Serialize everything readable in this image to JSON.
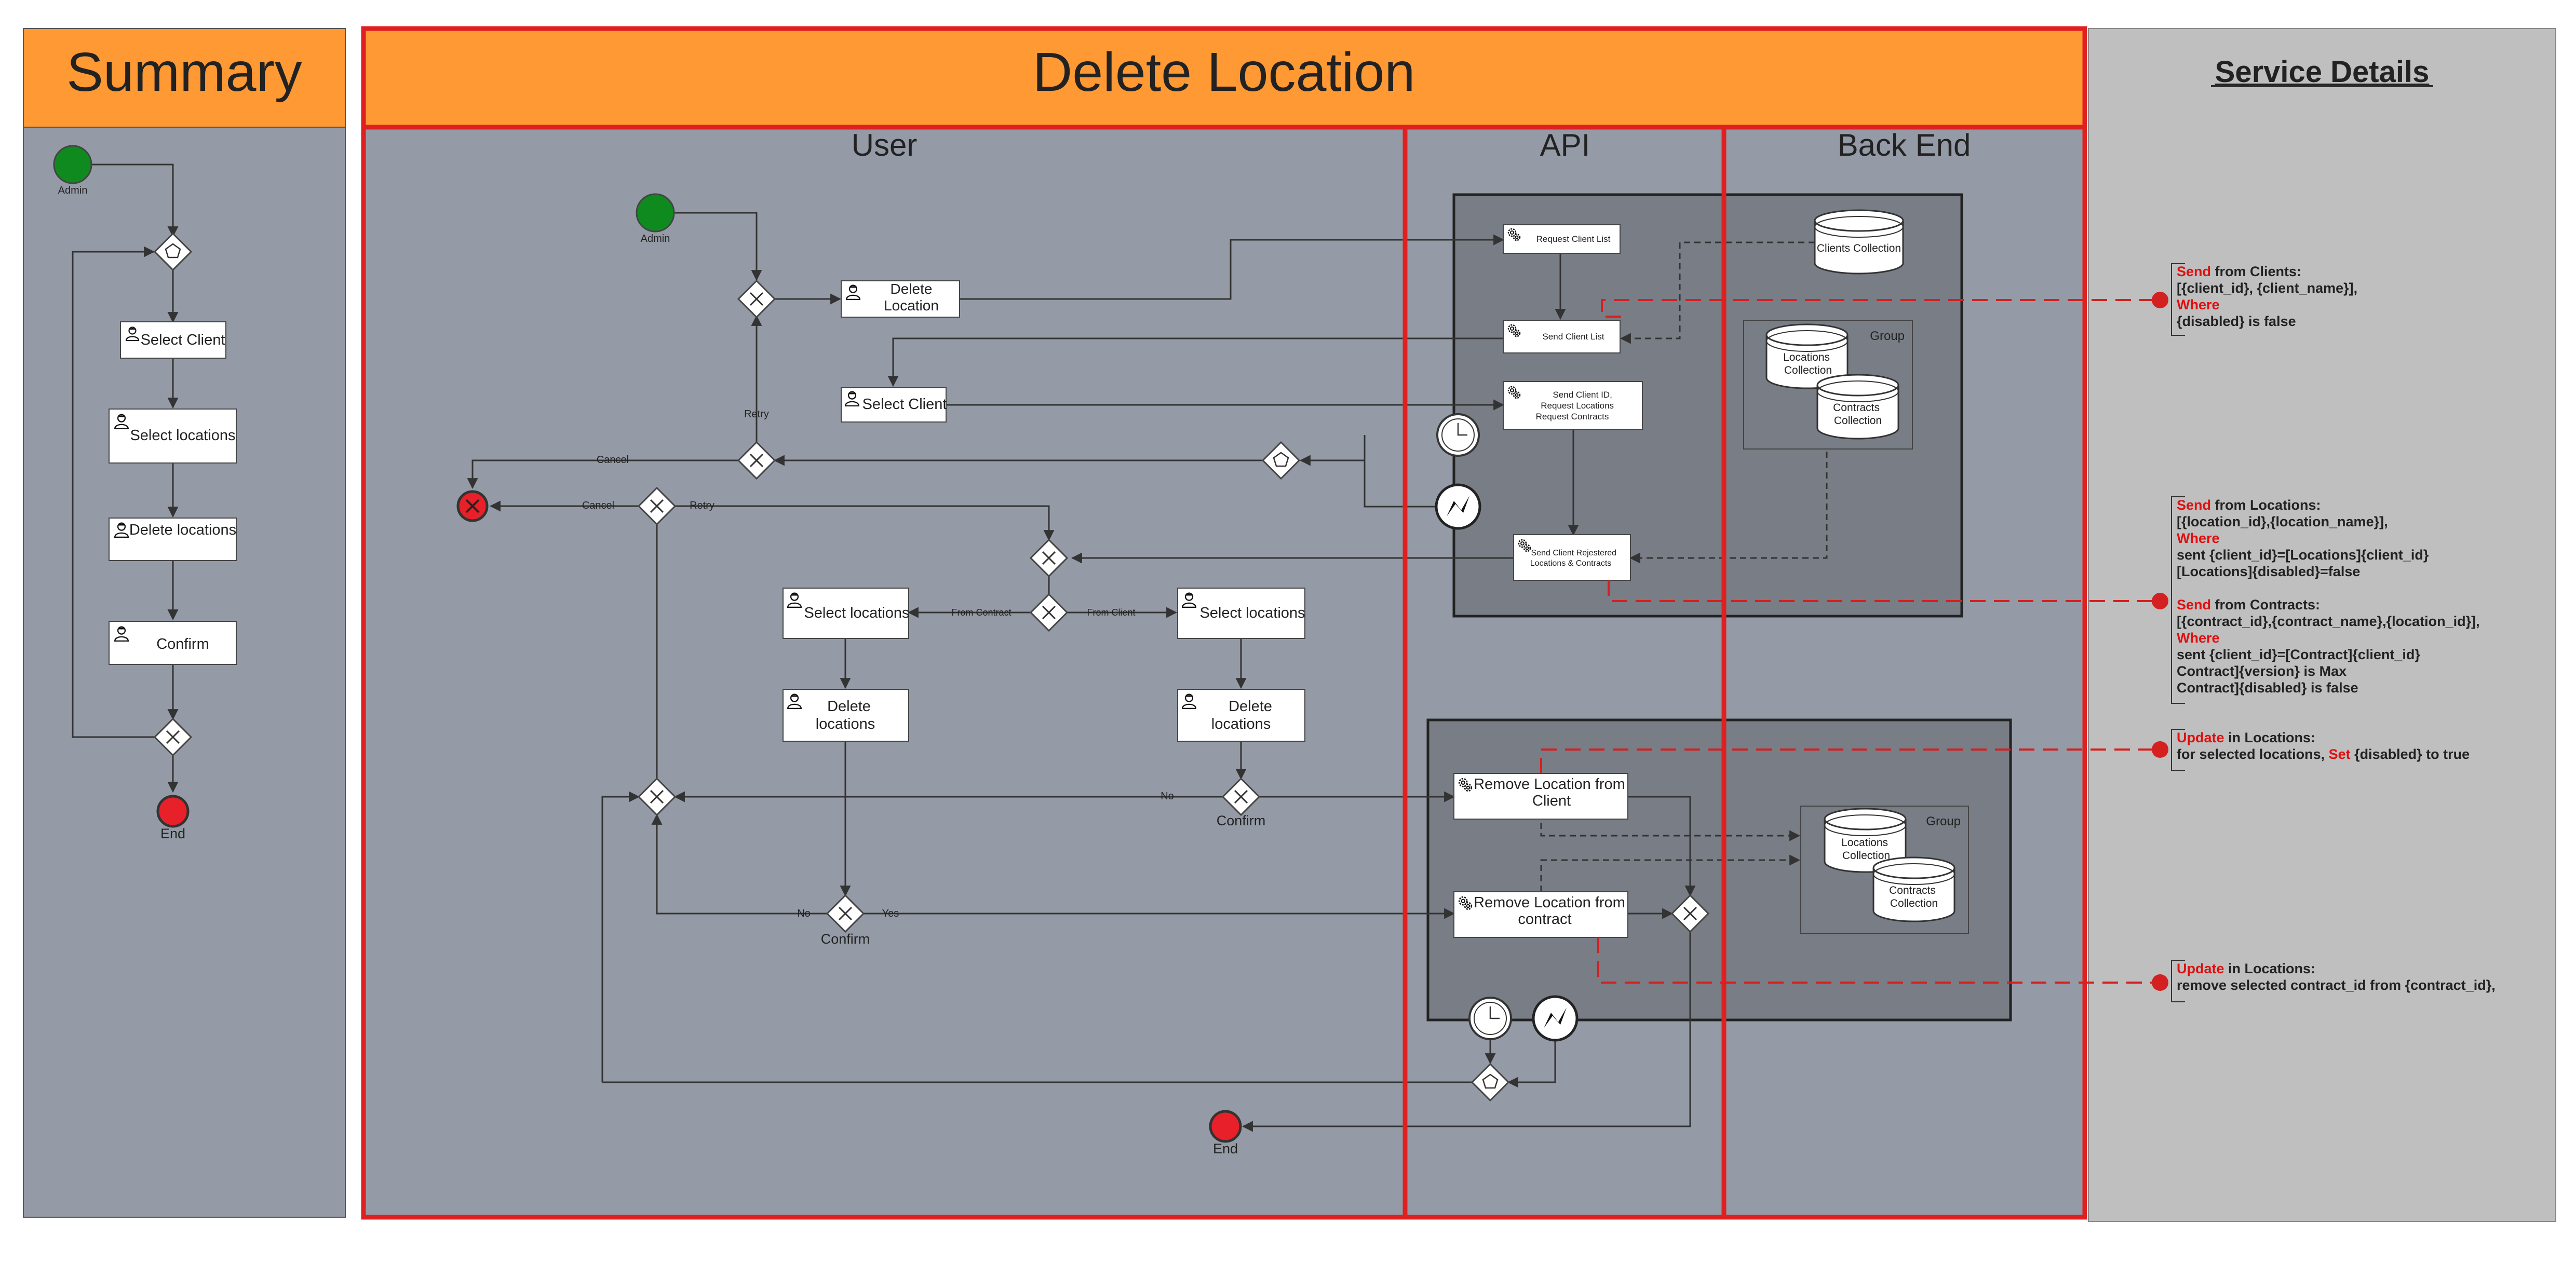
{
  "summary": {
    "title": "Summary",
    "start_label": "Admin",
    "steps": [
      "Select Client",
      "Select locations",
      "Delete locations",
      "Confirm"
    ],
    "end_label": "End"
  },
  "main": {
    "title": "Delete Location",
    "lanes": [
      "User",
      "API",
      "Back End"
    ],
    "start_label": "Admin",
    "tasks": {
      "delete_location": "Delete Location",
      "select_client": "Select Client",
      "select_locations": "Select locations",
      "delete_locations": "Delete locations"
    },
    "gateway_labels": {
      "retry": "Retry",
      "cancel": "Cancel",
      "from_contract": "From Contract",
      "from_client": "From Client",
      "no": "No",
      "yes": "Yes",
      "confirm": "Confirm"
    },
    "api_tasks": {
      "request_client_list": "Request Client List",
      "send_client_list": "Send Client List",
      "send_client_id": [
        "Send Client ID,",
        "Request Locations",
        "Request Contracts"
      ],
      "send_registered": [
        "Send Client Rejestered",
        "Locations & Contracts"
      ],
      "remove_from_client": [
        "Remove Location from",
        "Client"
      ],
      "remove_from_contract": [
        "Remove Location from",
        "contract"
      ]
    },
    "backend": {
      "clients_collection": "Clients Collection",
      "locations_collection": [
        "Locations",
        "Collection"
      ],
      "contracts_collection": [
        "Contracts",
        "Collection"
      ],
      "group": "Group"
    },
    "end_label": "End"
  },
  "service": {
    "title": "Service Details",
    "notes": [
      [
        [
          [
            "Send",
            "red"
          ],
          [
            " from Clients:",
            "dark"
          ]
        ],
        [
          [
            "[{client_id}, {client_name}],",
            "dark"
          ]
        ],
        [
          [
            " Where",
            "red"
          ]
        ],
        [
          [
            "{disabled} is false",
            "dark"
          ]
        ]
      ],
      [
        [
          [
            "Send",
            "red"
          ],
          [
            " from Locations:",
            "dark"
          ]
        ],
        [
          [
            "[{location_id},{location_name}],",
            "dark"
          ]
        ],
        [
          [
            "Where",
            "red"
          ]
        ],
        [
          [
            "sent {client_id}=[Locations]{client_id}",
            "dark"
          ]
        ],
        [
          [
            "[Locations]{disabled}=false",
            "dark"
          ]
        ],
        [
          [
            "",
            "dark"
          ]
        ],
        [
          [
            "Send",
            "red"
          ],
          [
            " from Contracts:",
            "dark"
          ]
        ],
        [
          [
            "[{contract_id},{contract_name},{location_id}],",
            "dark"
          ]
        ],
        [
          [
            "Where",
            "red"
          ]
        ],
        [
          [
            "sent {client_id}=[Contract]{client_id}",
            "dark"
          ]
        ],
        [
          [
            "Contract]{version} is Max",
            "dark"
          ]
        ],
        [
          [
            "Contract]{disabled} is false",
            "dark"
          ]
        ]
      ],
      [
        [
          [
            "Update",
            "red"
          ],
          [
            " in Locations:",
            "dark"
          ]
        ],
        [
          [
            "for selected locations, ",
            "dark"
          ],
          [
            "Set",
            "red"
          ],
          [
            " {disabled} to true",
            "dark"
          ]
        ]
      ],
      [
        [
          [
            "Update",
            "red"
          ],
          [
            " in Locations:",
            "dark"
          ]
        ],
        [
          [
            "remove selected contract_id from {contract_id},",
            "dark"
          ]
        ]
      ]
    ]
  },
  "colors": {
    "header_orange": "#ff9933",
    "lane_gray": "#959ba6",
    "pool_dark": "#787d86",
    "service_gray": "#bfbfbf",
    "start_green": "#0f8a1f",
    "end_red": "#e8202a",
    "swimlane_red": "#e02020"
  }
}
